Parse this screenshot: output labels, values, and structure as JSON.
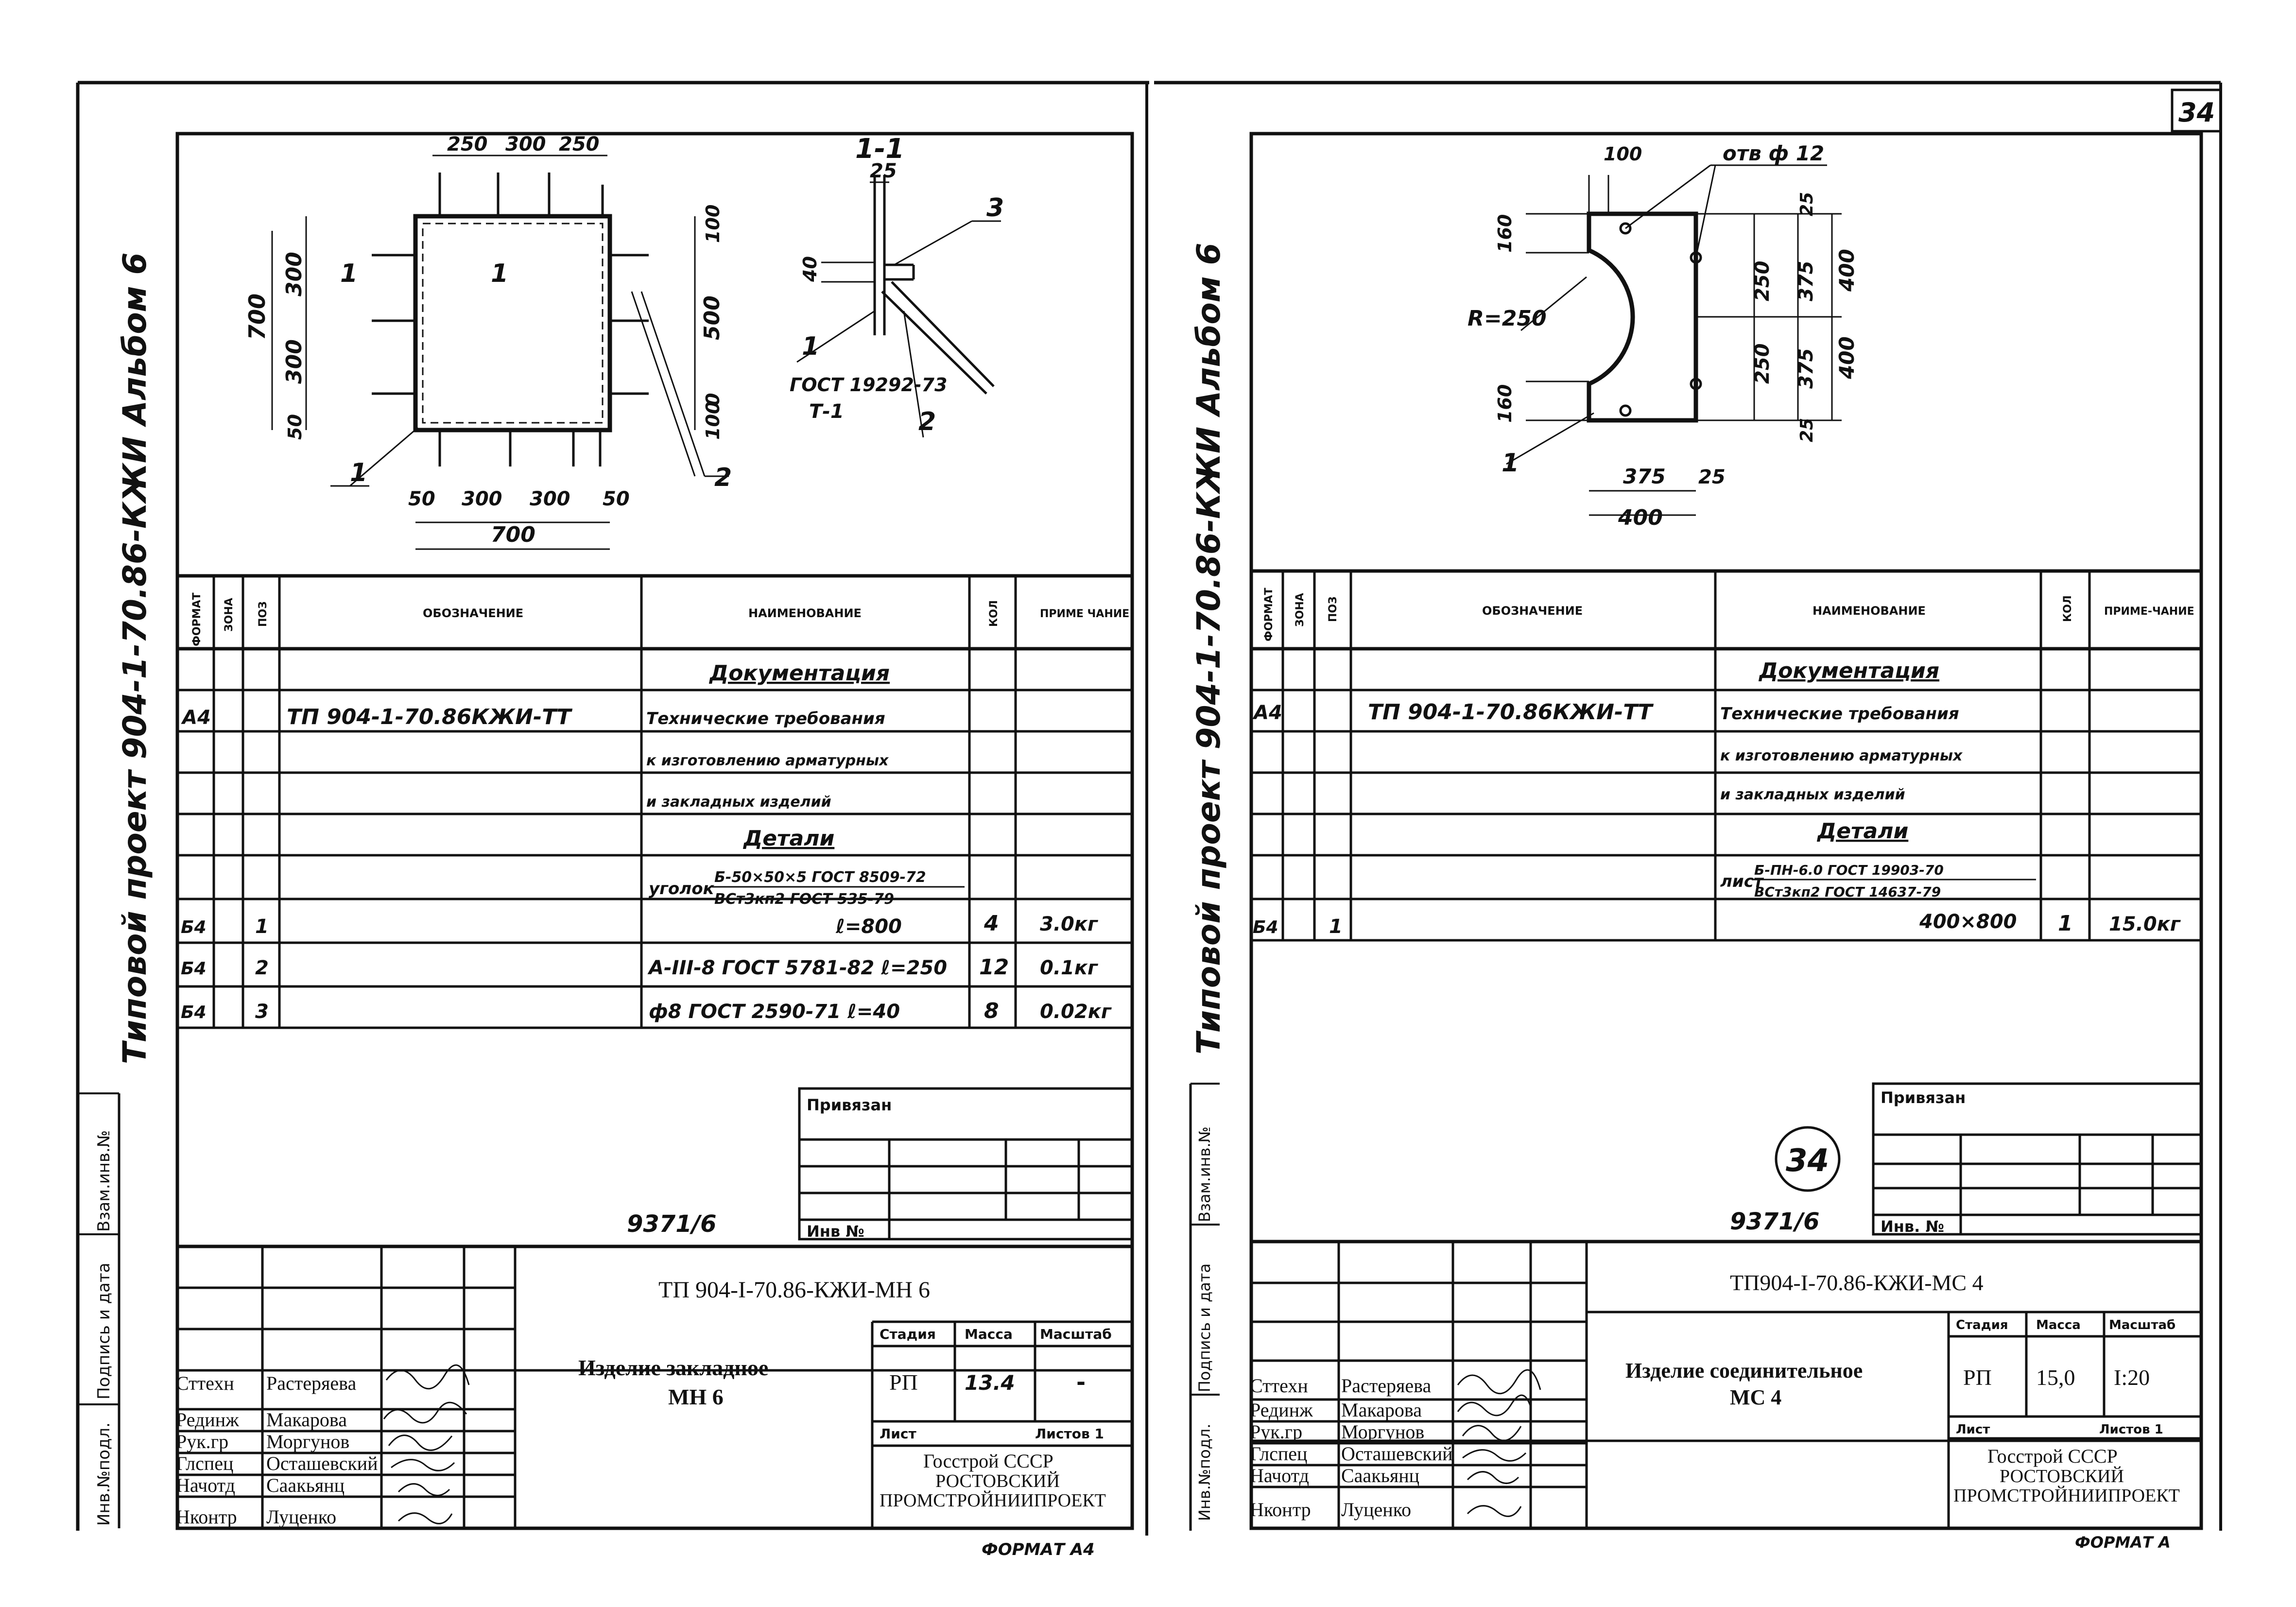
{
  "page_label": "34",
  "format_note": "ФОРМАТ А4",
  "format_note_right": "ФОРМАТ А",
  "side_stamp_labels": [
    "Инв.№подл.",
    "Подпись и дата",
    "Взам.инв.№"
  ],
  "left": {
    "album_title": "Типовой проект 904-1-70.86-КЖИ Альбом 6",
    "drawing": {
      "top_dims": [
        "250",
        "300",
        "250"
      ],
      "left_dims": [
        "700",
        "300",
        "300",
        "50"
      ],
      "right_dims": [
        "100",
        "500",
        "0",
        "100"
      ],
      "bottom_dims": [
        "50",
        "300",
        "300",
        "50"
      ],
      "overall": "700",
      "markers": [
        "1",
        "2"
      ],
      "section_title": "1-1",
      "section_dim_top": "25",
      "section_dim_side": "40",
      "section_markers": [
        "1",
        "2",
        "3"
      ],
      "section_standard": "ГОСТ 19292-73",
      "section_tag": "Т-1",
      "cut_mark_a": "1",
      "cut_mark_b": "1"
    },
    "spec": {
      "headers": [
        "ФОРМАТ",
        "ЗОНА",
        "ПОЗ",
        "ОБОЗНАЧЕНИЕ",
        "НАИМЕНОВАНИЕ",
        "КОЛ",
        "ПРИМЕ ЧАНИЕ"
      ],
      "section_doc": "Документация",
      "doc_row": {
        "format": "А4",
        "code": "ТП 904-1-70.86КЖИ-ТТ",
        "name_lines": [
          "Технические требования",
          "к изготовлению арматурных",
          "и закладных изделий"
        ]
      },
      "section_details": "Детали",
      "angle_label": "уголок",
      "angle_num": "Б-50×50×5 ГОСТ 8509-72",
      "angle_den": "ВСт3кп2 ГОСТ 535-79",
      "rows": [
        {
          "format": "Б4",
          "pos": "1",
          "name": "ℓ=800",
          "qty": "4",
          "note": "3.0кг"
        },
        {
          "format": "Б4",
          "pos": "2",
          "name": "А-III-8 ГОСТ 5781-82 ℓ=250",
          "qty": "12",
          "note": "0.1кг"
        },
        {
          "format": "Б4",
          "pos": "3",
          "name": "ф8 ГОСТ 2590-71 ℓ=40",
          "qty": "8",
          "note": "0.02кг"
        }
      ]
    },
    "privyazan": "Привязан",
    "inv_no": "Инв №",
    "sheet_num": "9371/6",
    "title_block": {
      "code": "ТП 904-I-70.86-КЖИ-МН 6",
      "name": [
        "Изделие закладное",
        "МН 6"
      ],
      "stage_h": "Стадия",
      "mass_h": "Масса",
      "scale_h": "Масштаб",
      "stage": "РП",
      "mass": "13.4",
      "scale": "-",
      "sheet_h": "Лист",
      "sheets_h": "Листов 1",
      "org": [
        "Госстрой СССР",
        "РОСТОВСКИЙ",
        "ПРОМСТРОЙНИИПРОЕКТ"
      ],
      "roles": [
        "Сттехн",
        "Рединж",
        "Рук.гр",
        "Глспец",
        "Начотд",
        "Нконтр"
      ],
      "names": [
        "Растеряева",
        "Макарова",
        "Моргунов",
        "Осташевский",
        "Саакьянц",
        "Луценко"
      ]
    }
  },
  "right": {
    "album_title": "Типовой проект 904-1-70.86-КЖИ Альбом 6",
    "drawing": {
      "hole_label": "отв ф 12",
      "top_dim": "100",
      "radius": "R=250",
      "left_dims": [
        "160",
        "160"
      ],
      "right_inner": [
        "250",
        "250"
      ],
      "right_mid": [
        "25",
        "375",
        "375",
        "25"
      ],
      "right_outer": [
        "400",
        "400"
      ],
      "bottom_dims": [
        "375",
        "25"
      ],
      "overall": "400",
      "marker": "1"
    },
    "spec": {
      "headers": [
        "ФОРМАТ",
        "ЗОНА",
        "ПОЗ",
        "ОБОЗНАЧЕНИЕ",
        "НАИМЕНОВАНИЕ",
        "КОЛ",
        "ПРИМЕ-ЧАНИЕ"
      ],
      "section_doc": "Документация",
      "doc_row": {
        "format": "А4",
        "code": "ТП 904-1-70.86КЖИ-ТТ",
        "name_lines": [
          "Технические требования",
          "к изготовлению арматурных",
          "и закладных изделий"
        ]
      },
      "section_details": "Детали",
      "sheet_label": "лист",
      "sheet_num": "Б-ПН-6.0 ГОСТ 19903-70",
      "sheet_den": "ВСт3кп2 ГОСТ 14637-79",
      "row": {
        "format": "Б4",
        "pos": "1",
        "name": "400×800",
        "qty": "1",
        "note": "15.0кг"
      }
    },
    "circled_num": "34",
    "privyazan": "Привязан",
    "inv_no": "Инв. №",
    "sheet_num": "9371/6",
    "title_block": {
      "code": "ТП904-I-70.86-КЖИ-МС 4",
      "name": [
        "Изделие соединительное",
        "МС 4"
      ],
      "stage_h": "Стадия",
      "mass_h": "Масса",
      "scale_h": "Масштаб",
      "stage": "РП",
      "mass": "15,0",
      "scale": "I:20",
      "sheet_h": "Лист",
      "sheets_h": "Листов 1",
      "org": [
        "Госстрой СССР",
        "РОСТОВСКИЙ",
        "ПРОМСТРОЙНИИПРОЕКТ"
      ],
      "roles": [
        "Сттехн",
        "Рединж",
        "Рук.гр",
        "Глспец",
        "Начотд",
        "Нконтр"
      ],
      "names": [
        "Растеряева",
        "Макарова",
        "Моргунов",
        "Осташевский",
        "Саакьянц",
        "Луценко"
      ]
    }
  }
}
